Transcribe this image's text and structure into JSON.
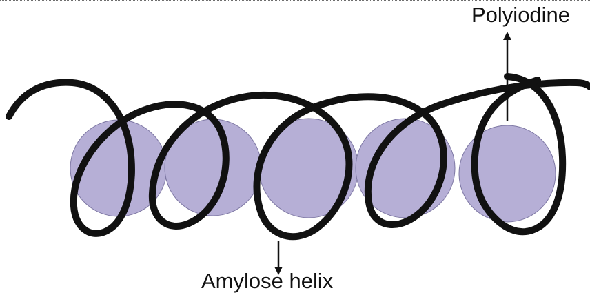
{
  "labels": {
    "polyiodine": "Polyiodine",
    "amylose_helix": "Amylose helix"
  },
  "colors": {
    "helix": "#111111",
    "iodine_fill": "#b6afd6",
    "iodine_stroke": "#7d77a3",
    "arrow": "#111111",
    "background": "#ffffff"
  },
  "diagram": {
    "iodine_sphere_count": 5
  }
}
